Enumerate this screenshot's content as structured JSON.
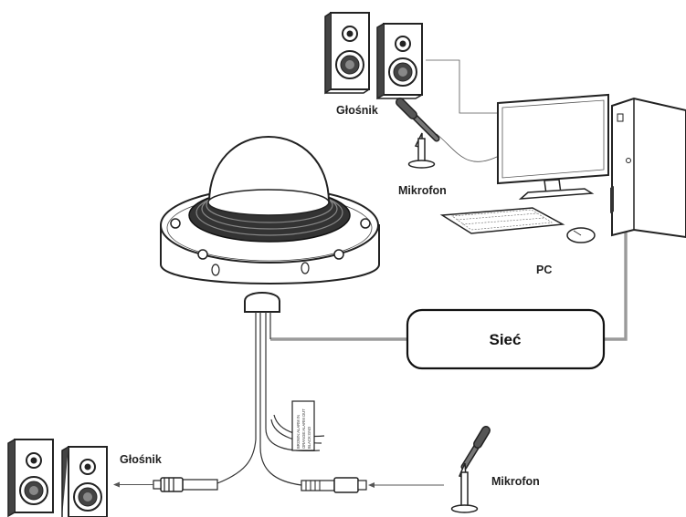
{
  "labels": {
    "speaker_top": "Głośnik",
    "mic_top": "Mikrofon",
    "pc": "PC",
    "network": "Sieć",
    "speaker_bottom": "Głośnik",
    "mic_bottom": "Mikrofon"
  },
  "cable_tag": [
    "BROWN:ALARM IN",
    "ORANGE:ALARM OUT",
    "BLACK:GND"
  ],
  "colors": {
    "line": "#333333",
    "network_cable": "#9a9a9a",
    "device_fill": "#ffffff"
  }
}
